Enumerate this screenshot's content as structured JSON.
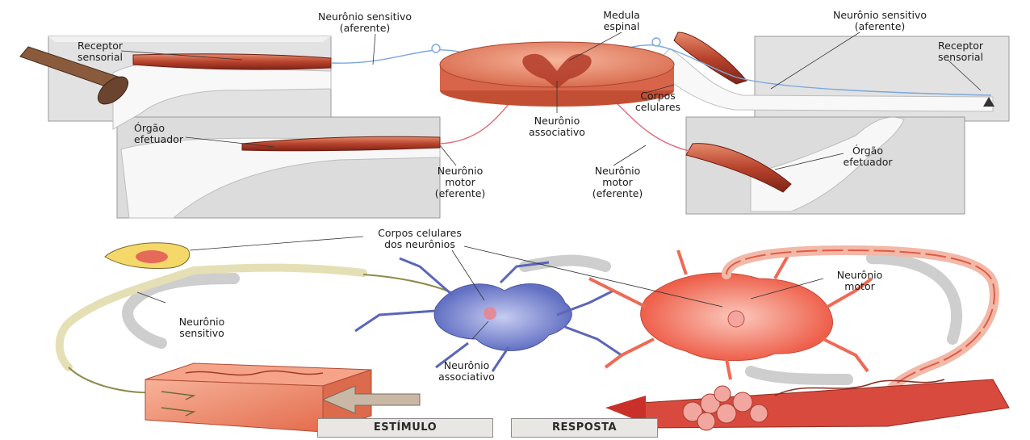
{
  "colors": {
    "muscle": "#c0523a",
    "spinal_cord": "#e9967a",
    "sensory_nerve": "#7aa7de",
    "motor_nerve": "#e46a7a",
    "assoc_neuron": "#6b77c8",
    "motor_neuron": "#f26f5a",
    "panel": "#dcdcdc",
    "skin_block": "#f08a6a"
  },
  "labels": {
    "sensory_neuron_left": [
      "Neurônio sensitivo",
      "(aferente)"
    ],
    "spinal_cord": [
      "Medula",
      "espinal"
    ],
    "sensory_neuron_right": [
      "Neurônio sensitivo",
      "(aferente)"
    ],
    "receptor_left": [
      "Receptor",
      "sensorial"
    ],
    "receptor_right": [
      "Receptor",
      "sensorial"
    ],
    "cell_bodies": [
      "Corpos",
      "celulares"
    ],
    "effector_left": [
      "Órgão",
      "efetuador"
    ],
    "effector_right": [
      "Órgão",
      "efetuador"
    ],
    "assoc_neuron_top": [
      "Neurônio",
      "associativo"
    ],
    "motor_neuron_left": [
      "Neurônio",
      "motor",
      "(eferente)"
    ],
    "motor_neuron_right": [
      "Neurônio",
      "motor",
      "(eferente)"
    ],
    "cell_bodies_neurons": [
      "Corpos celulares",
      "dos neurônios"
    ],
    "motor_neuron_bottom": [
      "Neurônio",
      "motor"
    ],
    "sensory_neuron_bottom": [
      "Neurônio",
      "sensitivo"
    ],
    "assoc_neuron_bottom": [
      "Neurônio",
      "associativo"
    ],
    "stimulus": "ESTÍMULO",
    "response": "RESPOSTA"
  }
}
